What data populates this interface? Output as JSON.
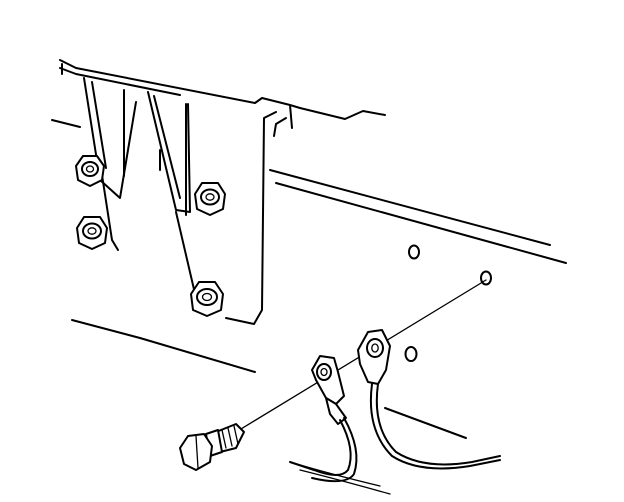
{
  "diagram": {
    "title": "",
    "parts": [
      {
        "name": "frame-rail",
        "icon": "frame-rail-outline"
      },
      {
        "name": "mounting-bracket",
        "icon": "bracket-outline"
      },
      {
        "name": "bracket-nuts",
        "count": 4,
        "icon": "hex-nut-icon"
      },
      {
        "name": "ground-strap-terminals",
        "count": 2,
        "icon": "ring-terminal-icon"
      },
      {
        "name": "ground-bolt",
        "count": 1,
        "icon": "hex-bolt-icon"
      },
      {
        "name": "frame-holes",
        "count": 3,
        "icon": "hole-icon"
      }
    ],
    "line_color": "#000000",
    "background": "#ffffff"
  }
}
